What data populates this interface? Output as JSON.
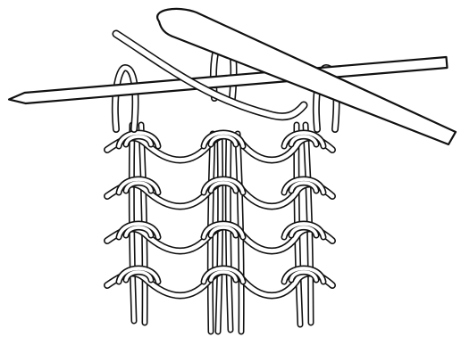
{
  "figure": {
    "kind": "knitting-stitch-illustration",
    "description_visible_text": ""
  },
  "colors": {
    "ink": "#111111",
    "paper": "#ffffff"
  },
  "icons": {
    "left_needle": "knitting-needle-icon",
    "right_needle": "knitting-needle-icon",
    "working_yarn": "yarn-strand-icon"
  },
  "structure": {
    "columns": 3,
    "rows_of_loops": 4,
    "stitches_on_needle": 3
  }
}
